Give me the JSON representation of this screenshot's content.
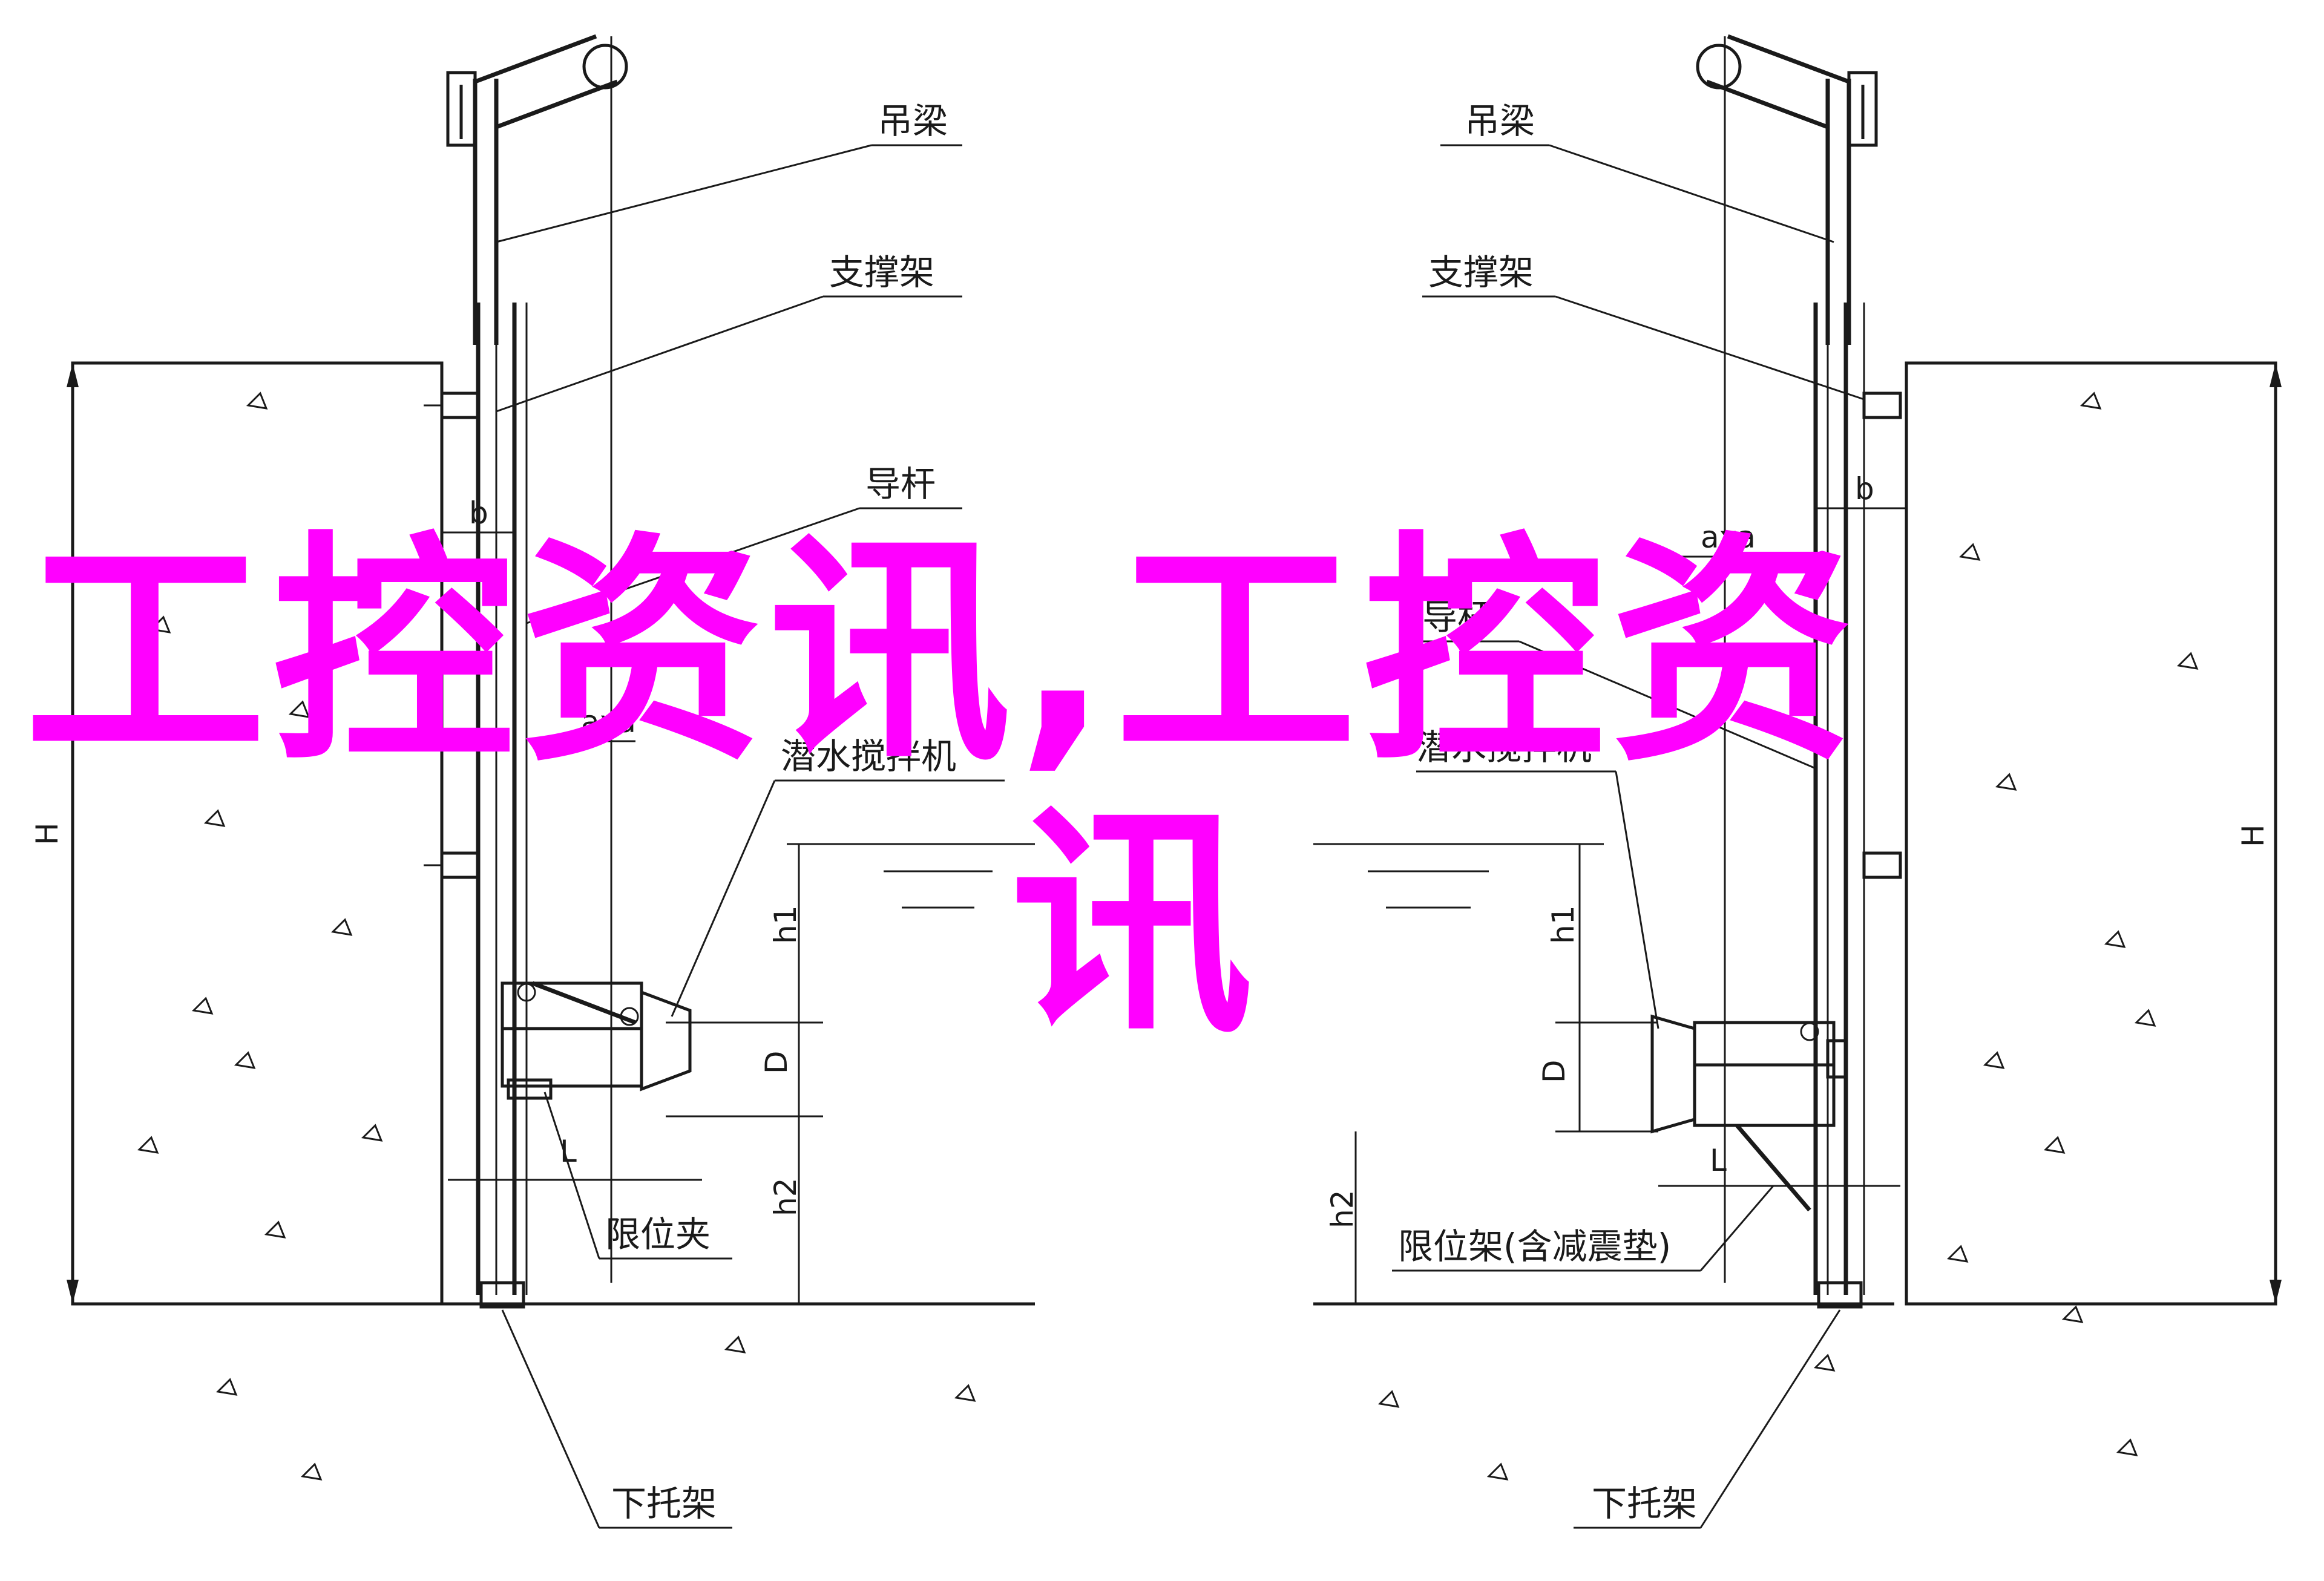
{
  "labels": {
    "hanging_beam": "吊梁",
    "support_frame": "支撑架",
    "guide_rod": "导杆",
    "mixer": "潜水搅拌机",
    "limit_clamp": "限位夹",
    "limit_frame": "限位架(含减震垫)",
    "bottom_bracket": "下托架"
  },
  "dimensions": {
    "H": "H",
    "h1": "h1",
    "h2": "h2",
    "D": "D",
    "L": "L",
    "b": "b",
    "axa": "axa"
  },
  "watermark": {
    "line1": "工控资讯,工控资",
    "line2": "讯",
    "color": "#ff00ff"
  }
}
